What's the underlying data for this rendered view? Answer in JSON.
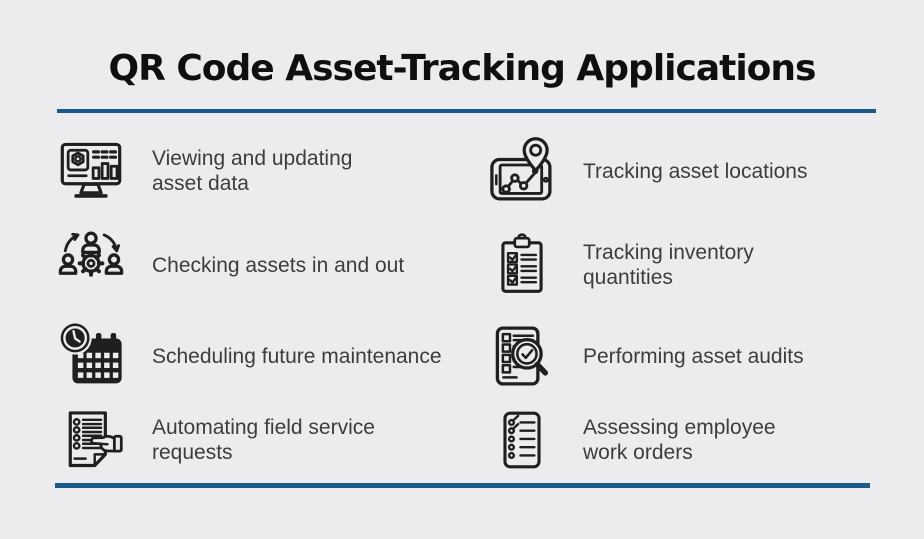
{
  "page": {
    "title": "QR Code Asset-Tracking Applications",
    "background_color": "#ececee",
    "accent_line_color": "#1b5a86",
    "title_color": "#0f0f0f",
    "text_color": "#3d3d3d",
    "icon_color": "#1f1f1f"
  },
  "items": [
    {
      "icon": "monitor-qr-chart-icon",
      "line1": "Viewing and updating",
      "line2": "asset data"
    },
    {
      "icon": "people-gear-icon",
      "line1": "Checking assets in and out",
      "line2": ""
    },
    {
      "icon": "clock-calendar-icon",
      "line1": "Scheduling future maintenance",
      "line2": ""
    },
    {
      "icon": "document-hand-icon",
      "line1": "Automating field service",
      "line2": "requests"
    },
    {
      "icon": "tablet-location-pin-icon",
      "line1": "Tracking asset locations",
      "line2": ""
    },
    {
      "icon": "clipboard-checklist-icon",
      "line1": "Tracking inventory",
      "line2": "quantities"
    },
    {
      "icon": "document-magnifier-icon",
      "line1": "Performing asset audits",
      "line2": ""
    },
    {
      "icon": "work-order-checklist-icon",
      "line1": "Assessing employee",
      "line2": "work orders"
    }
  ]
}
